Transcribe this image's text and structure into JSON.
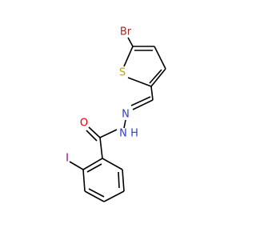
{
  "molecule": {
    "colors": {
      "bond": "#000000",
      "bromine": "#a52a2a",
      "sulfur": "#c8a400",
      "nitrogen": "#2f3fd0",
      "oxygen": "#e00000",
      "iodine": "#8b008b"
    },
    "atoms": {
      "br": {
        "symbol": "Br"
      },
      "s": {
        "symbol": "S"
      },
      "n_imine": {
        "symbol": "N"
      },
      "n_hydrazide": {
        "symbol": "N"
      },
      "h_hydrazide": {
        "symbol": "H"
      },
      "o": {
        "symbol": "O"
      },
      "i": {
        "symbol": "I"
      }
    }
  }
}
